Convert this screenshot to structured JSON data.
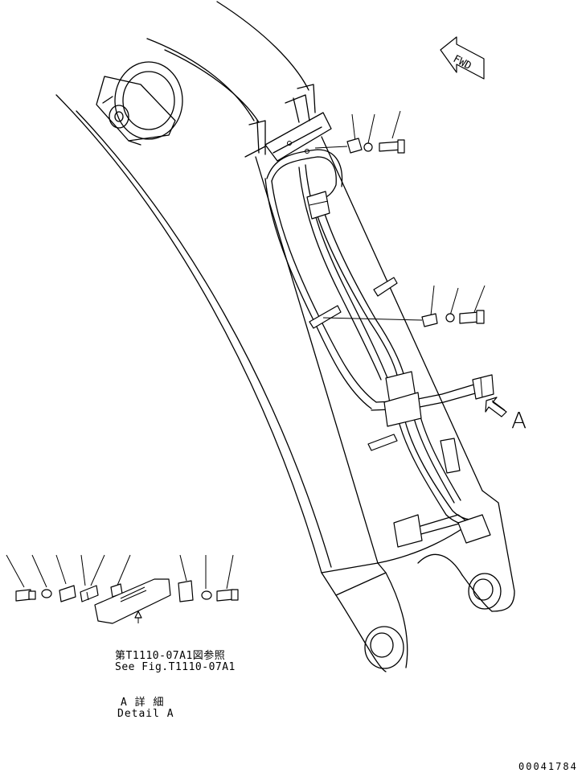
{
  "fwd_label": "FWD",
  "view_marker": "A",
  "detail_reference": {
    "line1": "第T1110-07A1図参照",
    "line2": "See Fig.T1110-07A1"
  },
  "detail_title": {
    "line1": "A 詳 細",
    "line2": "Detail A"
  },
  "drawing_number": "00041784"
}
